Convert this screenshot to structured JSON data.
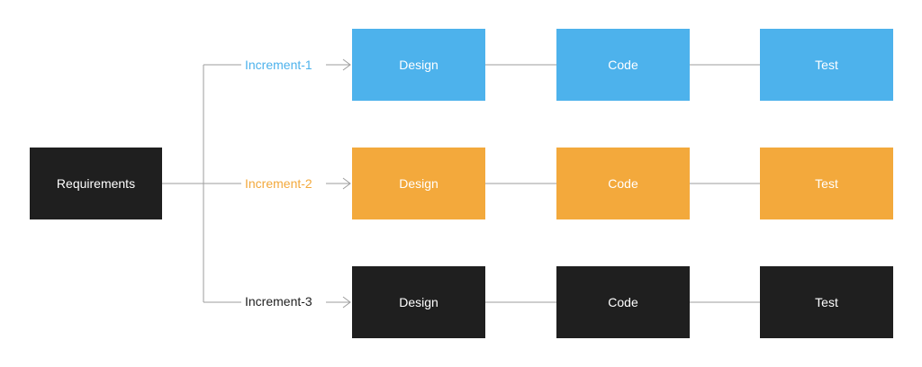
{
  "requirements": {
    "label": "Requirements",
    "color": "#1f1f1f"
  },
  "increments": [
    {
      "label": "Increment-1",
      "color": "#4db2ec",
      "label_color": "#4db2ec",
      "stages": [
        "Design",
        "Code",
        "Test"
      ]
    },
    {
      "label": "Increment-2",
      "color": "#f3a93c",
      "label_color": "#f3a93c",
      "stages": [
        "Design",
        "Code",
        "Test"
      ]
    },
    {
      "label": "Increment-3",
      "color": "#1f1f1f",
      "label_color": "#1f1f1f",
      "stages": [
        "Design",
        "Code",
        "Test"
      ]
    }
  ],
  "connector_color": "#9e9e9e"
}
